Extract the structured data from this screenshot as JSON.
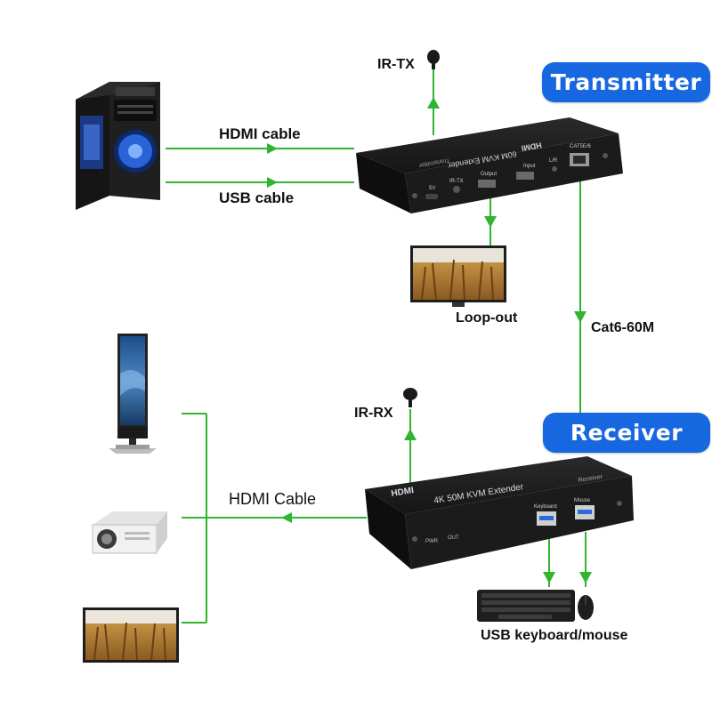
{
  "badges": {
    "transmitter": "Transmitter",
    "receiver": "Receiver"
  },
  "labels": {
    "ir_tx": "IR-TX",
    "hdmi_cable_top": "HDMI cable",
    "usb_cable": "USB cable",
    "loop_out": "Loop-out",
    "cat6": "Cat6-60M",
    "ir_rx": "IR-RX",
    "hdmi_cable_bottom": "HDMI Cable",
    "usb_keyboard_mouse": "USB keyboard/mouse"
  },
  "transmitter_device": {
    "logo": "HDMI",
    "title": "60M KVM Extender",
    "subtitle": "Transmitter",
    "ports": [
      "5V",
      "IR-TX",
      "Output",
      "Input",
      "L/R",
      "CAT5E/6"
    ]
  },
  "receiver_device": {
    "logo": "HDMI",
    "title": "4K 50M KVM Extender",
    "subtitle": "Receiver",
    "ports": [
      "Keyboard",
      "Mouse"
    ],
    "front_labels": [
      "PWR",
      "OUT"
    ]
  },
  "colors": {
    "line": "#2fb52f",
    "badge": "#1767e0",
    "device": "#1c1c1c"
  }
}
